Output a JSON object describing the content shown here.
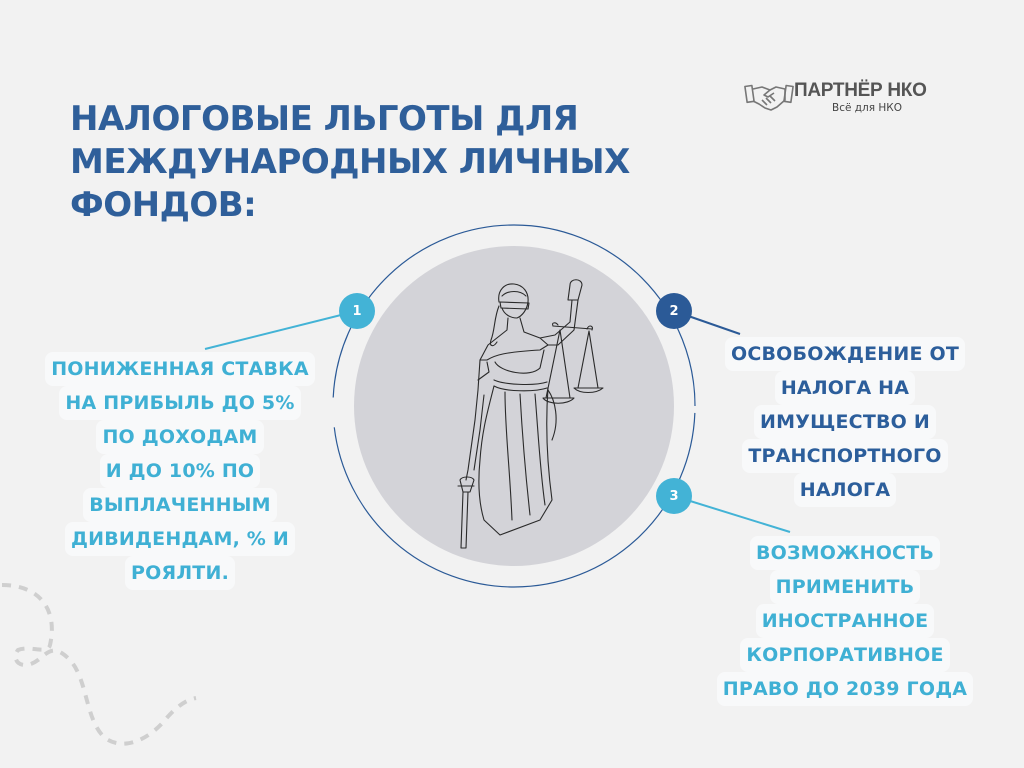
{
  "logo": {
    "name": "ПАРТНЁР НКО",
    "tagline": "Всё для НКО",
    "icon": "handshake-icon"
  },
  "title": {
    "lines": [
      "НАЛОГОВЫЕ ЛЬГОТЫ ДЛЯ",
      "МЕЖДУНАРОДНЫХ ЛИЧНЫХ",
      "ФОНДОВ:"
    ]
  },
  "center_image": {
    "icon": "lady-justice-icon",
    "description": "Lady Justice with scales and sword"
  },
  "benefits": [
    {
      "number": "1",
      "color": "#43b3d6",
      "lines": [
        "ПОНИЖЕННАЯ СТАВКА",
        "НА ПРИБЫЛЬ ДО 5%",
        "ПО ДОХОДАМ",
        "И ДО 10% ПО",
        "ВЫПЛАЧЕННЫМ",
        "ДИВИДЕНДАМ, % И",
        "РОЯЛТИ."
      ]
    },
    {
      "number": "2",
      "color": "#2b5a97",
      "lines": [
        "ОСВОБОЖДЕНИЕ ОТ",
        "НАЛОГА НА",
        "ИМУЩЕСТВО И",
        "ТРАНСПОРТНОГО",
        "НАЛОГА"
      ]
    },
    {
      "number": "3",
      "color": "#43b3d6",
      "lines": [
        "ВОЗМОЖНОСТЬ",
        "ПРИМЕНИТЬ",
        "ИНОСТРАННОЕ",
        "КОРПОРАТИВНОЕ",
        "ПРАВО ДО 2039 ГОДА"
      ]
    }
  ],
  "colors": {
    "background": "#f2f2f2",
    "title": "#2f5f9a",
    "accent_light": "#43b3d6",
    "accent_dark": "#2b5a97",
    "circle_fill": "#d3d3d8"
  }
}
